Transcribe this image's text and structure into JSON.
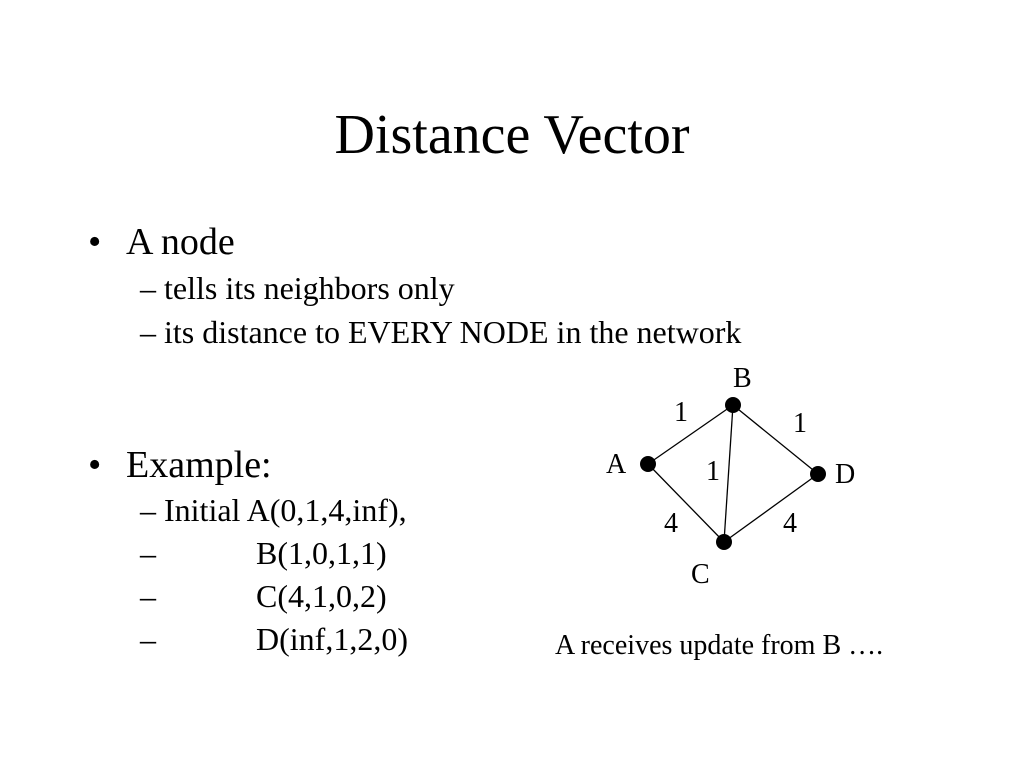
{
  "title": "Distance Vector",
  "bullets": [
    {
      "marker": "•",
      "text": "A node",
      "subitems": [
        "– tells its neighbors only",
        "– its distance to EVERY NODE in the network"
      ]
    },
    {
      "marker": "•",
      "text": "Example:",
      "subitems": [
        {
          "prefix": "– Initial",
          "value": "A(0,1,4,inf),"
        },
        {
          "prefix": "–",
          "value": "B(1,0,1,1)"
        },
        {
          "prefix": "–",
          "value": "C(4,1,0,2)"
        },
        {
          "prefix": "–",
          "value": "D(inf,1,2,0)"
        }
      ]
    }
  ],
  "graph": {
    "nodes": [
      "A",
      "B",
      "C",
      "D"
    ],
    "edges": [
      {
        "from": "A",
        "to": "B",
        "weight": "1"
      },
      {
        "from": "B",
        "to": "D",
        "weight": "1"
      },
      {
        "from": "B",
        "to": "C",
        "weight": "1"
      },
      {
        "from": "A",
        "to": "C",
        "weight": "4"
      },
      {
        "from": "C",
        "to": "D",
        "weight": "4"
      }
    ]
  },
  "caption": "A receives update from B …."
}
